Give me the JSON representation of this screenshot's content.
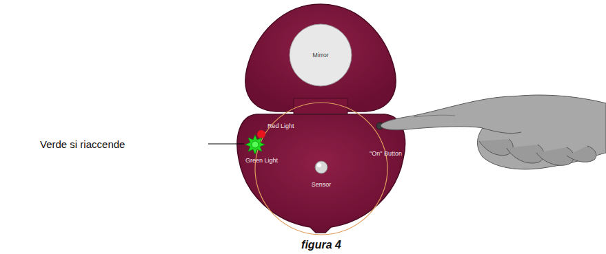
{
  "diagram": {
    "caption": "figura 4",
    "nodes": [
      {
        "text": [
          "Mirror"
        ]
      }
    ],
    "labels": [
      "Verde si riaccende",
      "Red Light",
      "Green Light",
      "Sensor",
      "\"On\" Button"
    ]
  }
}
